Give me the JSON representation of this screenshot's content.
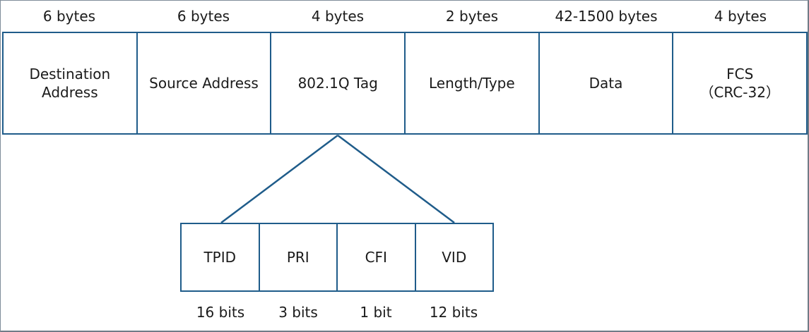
{
  "frame": {
    "sizes": [
      "6 bytes",
      "6 bytes",
      "4 bytes",
      "2 bytes",
      "42-1500 bytes",
      "4 bytes"
    ],
    "fields": [
      "Destination\nAddress",
      "Source Address",
      "802.1Q Tag",
      "Length/Type",
      "Data",
      "FCS\n（CRC-32）"
    ]
  },
  "tag": {
    "fields": [
      "TPID",
      "PRI",
      "CFI",
      "VID"
    ],
    "sizes": [
      "16 bits",
      "3 bits",
      "1 bit",
      "12 bits"
    ]
  },
  "colors": {
    "border": "#1f5c8a",
    "text": "#1a1a1a"
  }
}
